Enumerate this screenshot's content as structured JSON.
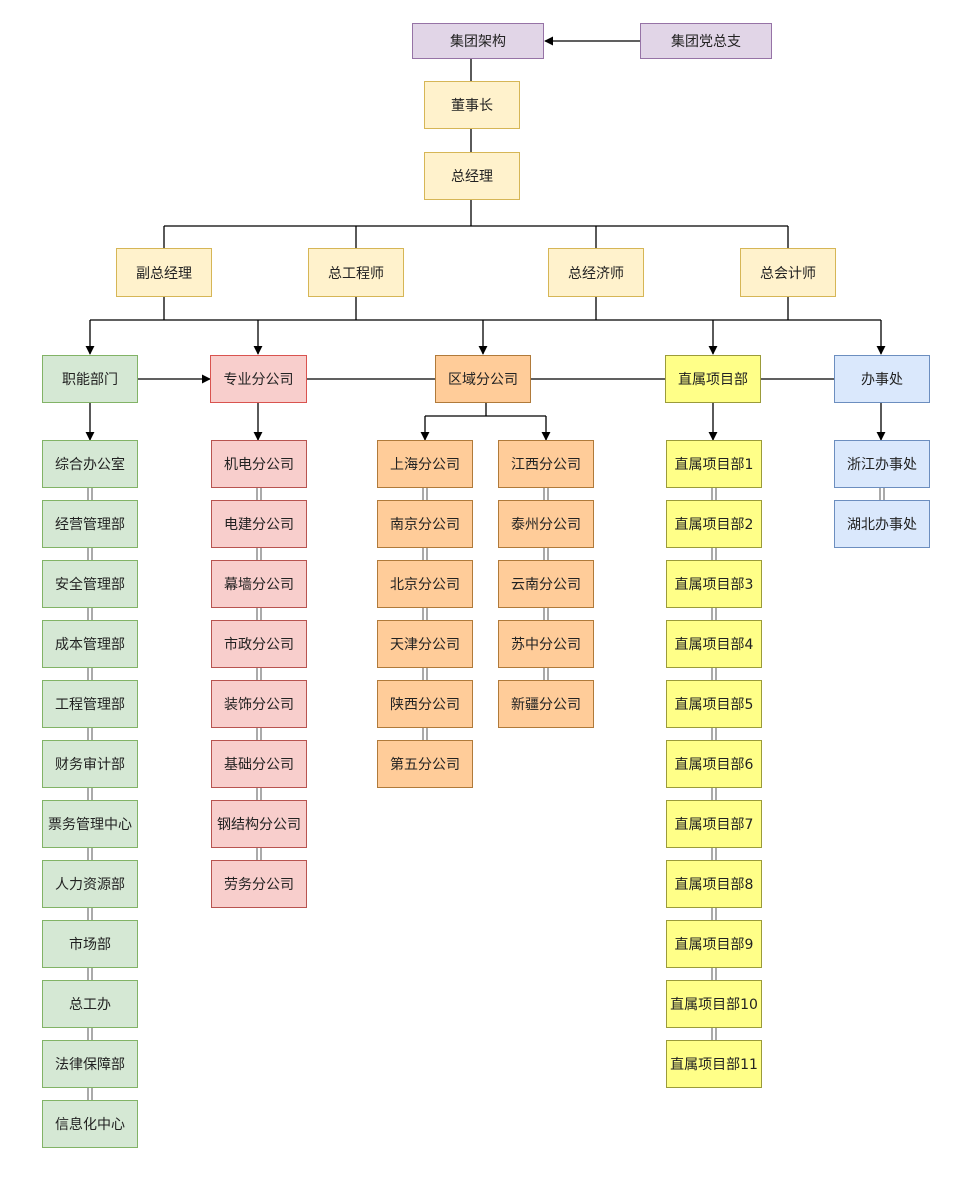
{
  "top": {
    "group": "集团架构",
    "party": "集团党总支",
    "chairman": "董事长",
    "gm": "总经理"
  },
  "vps": [
    "副总经理",
    "总工程师",
    "总经济师",
    "总会计师"
  ],
  "depts": {
    "functional": "职能部门",
    "professional": "专业分公司",
    "regional": "区域分公司",
    "direct": "直属项目部",
    "office": "办事处"
  },
  "functional_items": [
    "综合办公室",
    "经营管理部",
    "安全管理部",
    "成本管理部",
    "工程管理部",
    "财务审计部",
    "票务管理中心",
    "人力资源部",
    "市场部",
    "总工办",
    "法律保障部",
    "信息化中心"
  ],
  "professional_items": [
    "机电分公司",
    "电建分公司",
    "幕墙分公司",
    "市政分公司",
    "装饰分公司",
    "基础分公司",
    "钢结构分公司",
    "劳务分公司"
  ],
  "regional_left": [
    "上海分公司",
    "南京分公司",
    "北京分公司",
    "天津分公司",
    "陕西分公司",
    "第五分公司"
  ],
  "regional_right": [
    "江西分公司",
    "泰州分公司",
    "云南分公司",
    "苏中分公司",
    "新疆分公司"
  ],
  "direct_items": [
    "直属项目部1",
    "直属项目部2",
    "直属项目部3",
    "直属项目部4",
    "直属项目部5",
    "直属项目部6",
    "直属项目部7",
    "直属项目部8",
    "直属项目部9",
    "直属项目部10",
    "直属项目部11"
  ],
  "office_items": [
    "浙江办事处",
    "湖北办事处"
  ]
}
